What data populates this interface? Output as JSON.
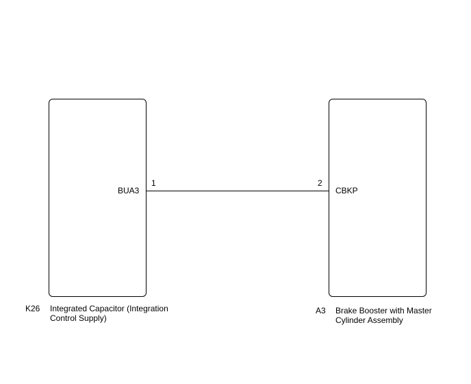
{
  "components": {
    "left": {
      "code": "K26",
      "name": "Integrated Capacitor (Integration Control Supply)",
      "terminal_label": "BUA3",
      "pin_number": "1"
    },
    "right": {
      "code": "A3",
      "name": "Brake Booster with Master Cylinder Assembly",
      "terminal_label": "CBKP",
      "pin_number": "2"
    }
  },
  "colors": {
    "line": "#000000",
    "background": "#ffffff"
  }
}
